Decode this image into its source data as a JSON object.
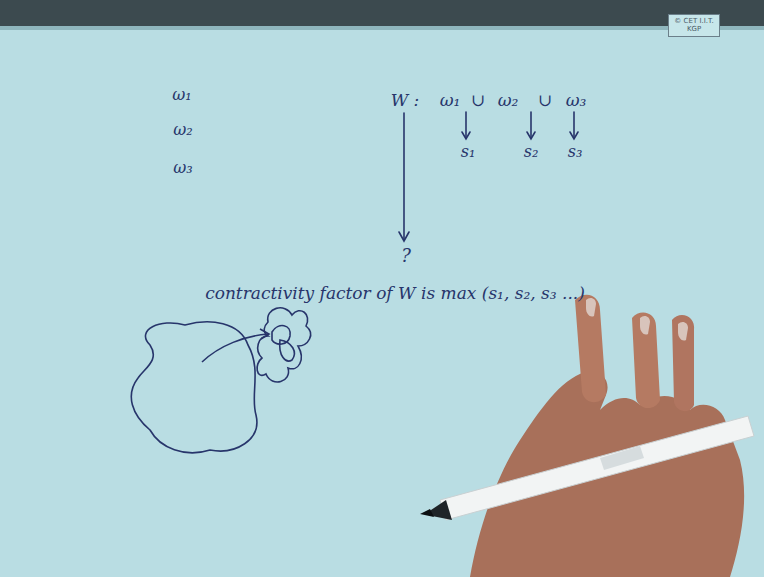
{
  "diagram": {
    "nodes": [
      {
        "text": [
          "© CET I.I.T. KGP"
        ]
      }
    ],
    "labels": [
      "ω₁",
      "ω₂",
      "ω₃",
      "W :",
      "ω₁",
      "∪",
      "ω₂",
      "∪",
      "ω₃",
      "s₁",
      "s₂",
      "s₃",
      "?",
      "contractivity factor of W is max (s₁, s₂, s₃ ...)"
    ]
  }
}
